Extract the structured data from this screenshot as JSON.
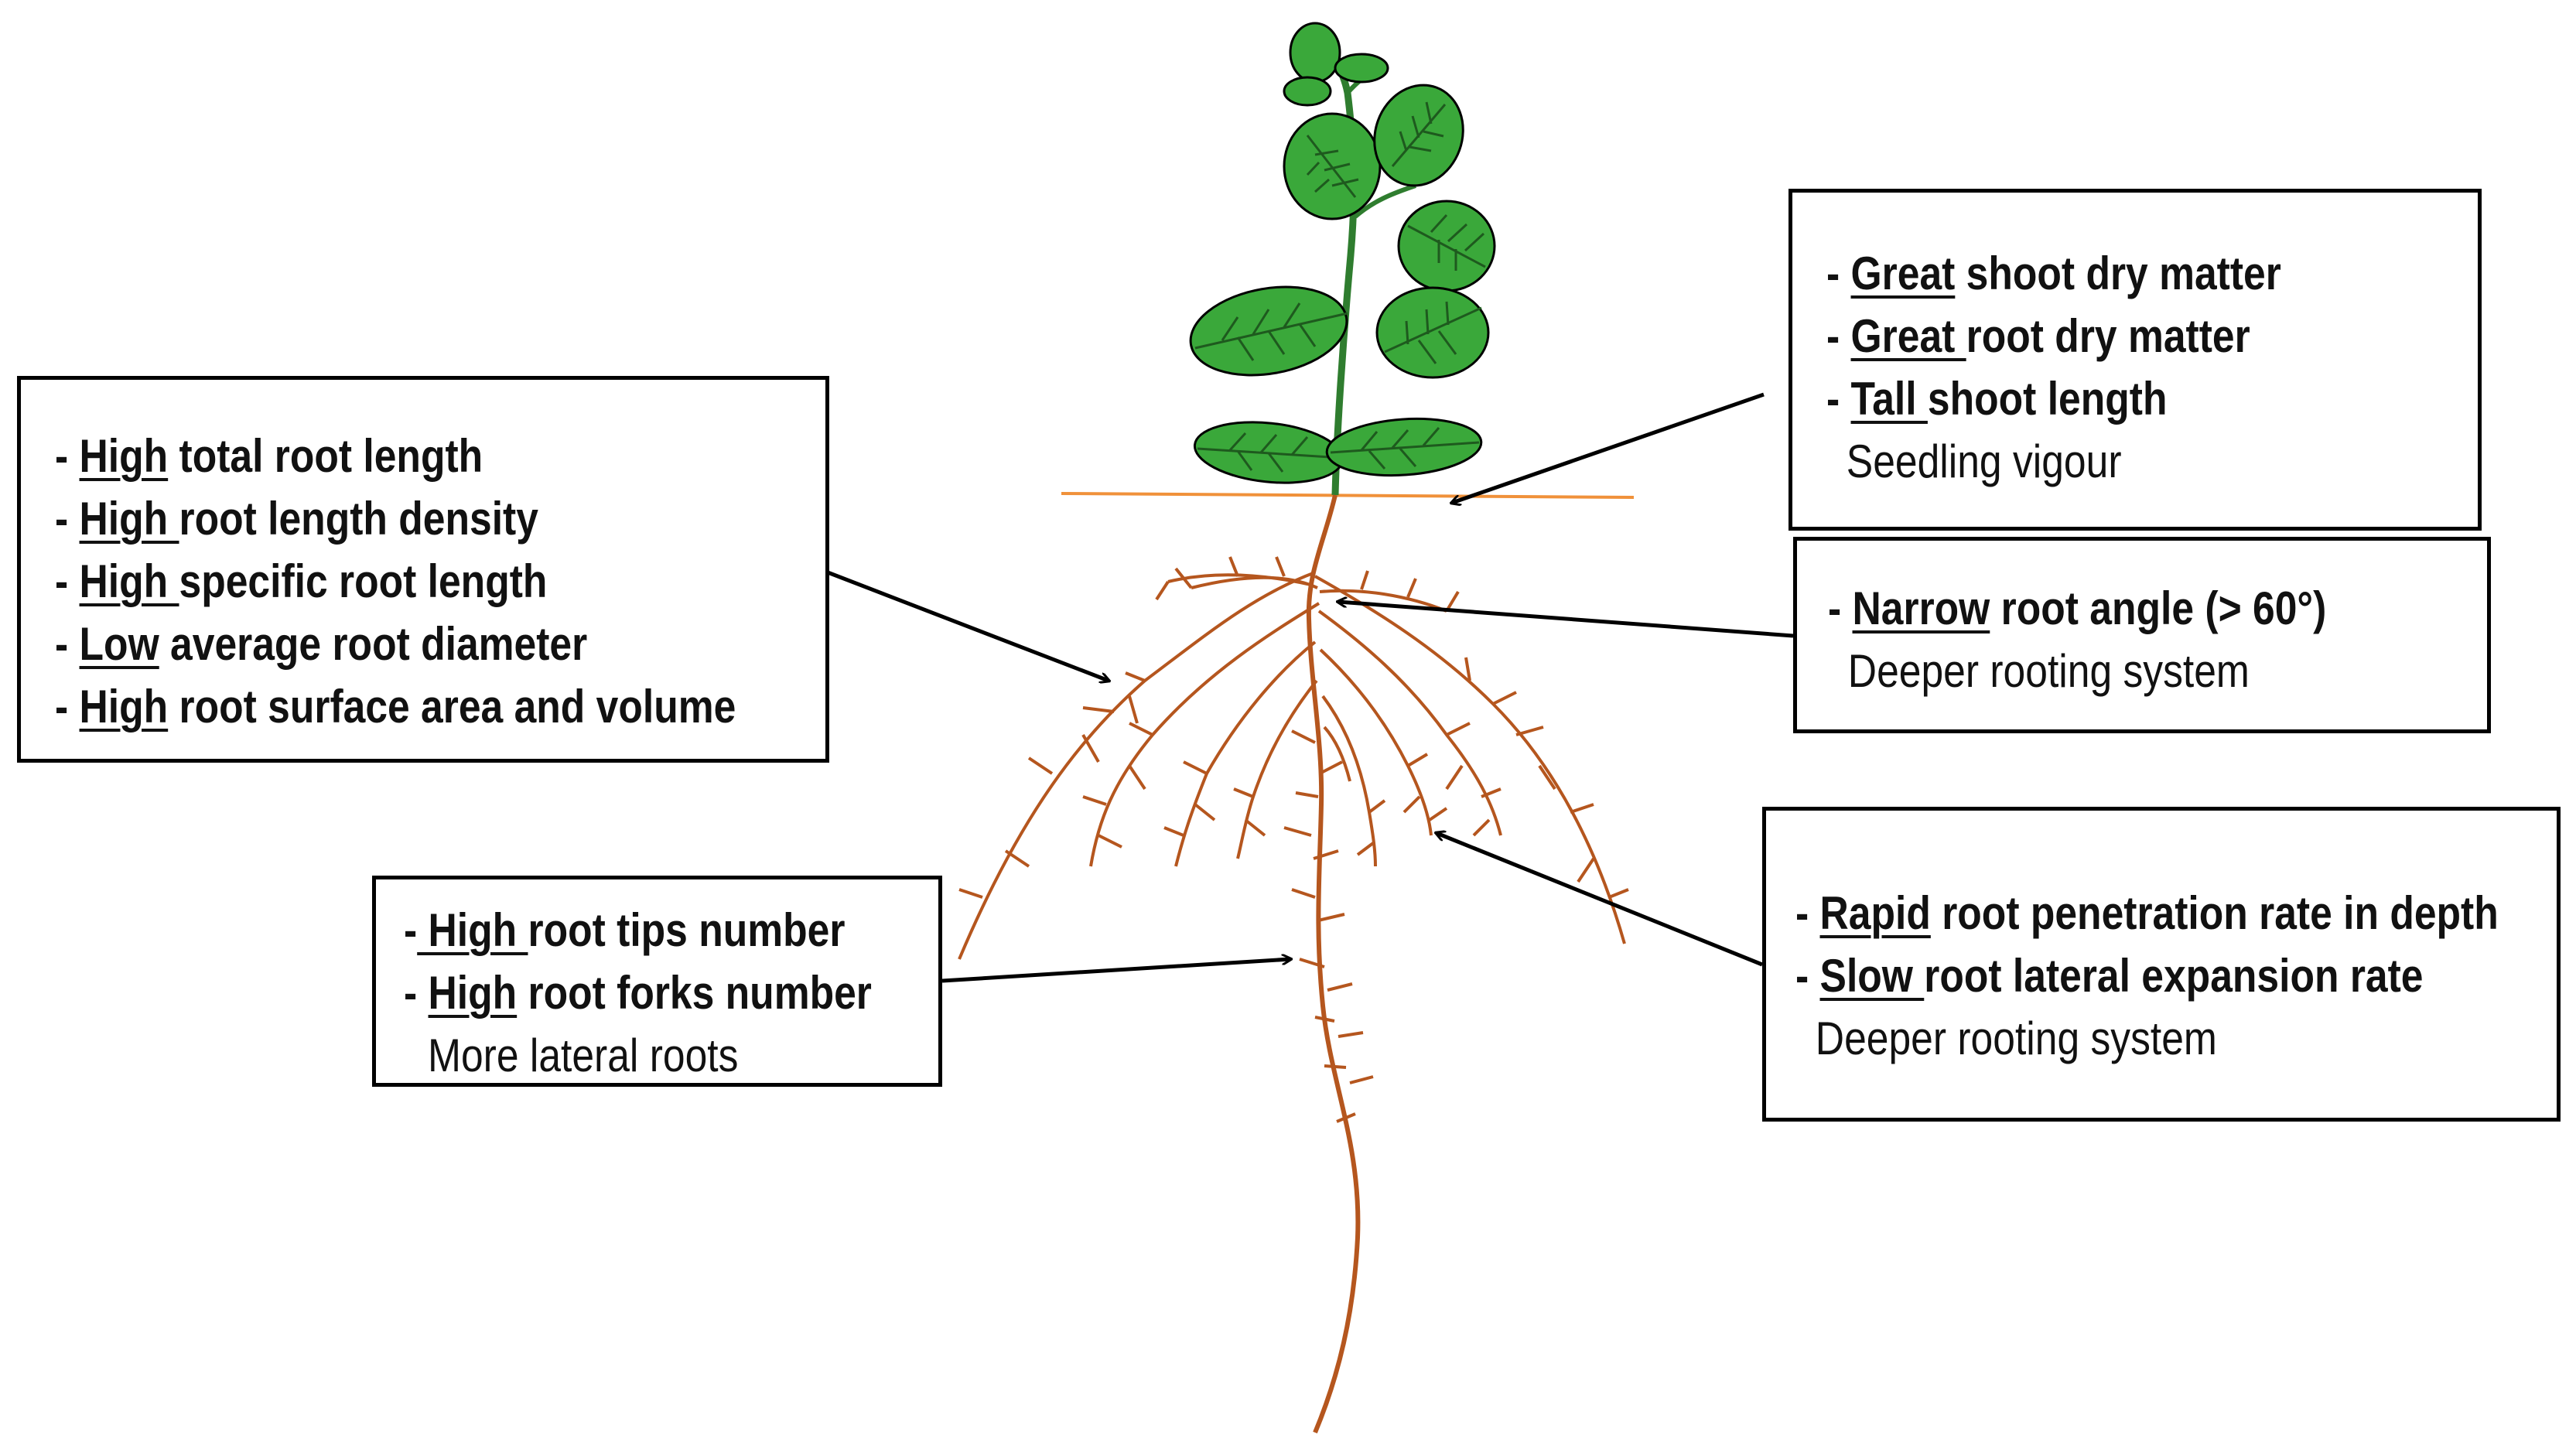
{
  "boxes": {
    "left": {
      "items": [
        {
          "keyword": "High",
          "rest": " total root length"
        },
        {
          "keyword": "High ",
          "rest": "root length density"
        },
        {
          "keyword": "High ",
          "rest": "specific root length"
        },
        {
          "keyword": "Low",
          "rest": " average root diameter"
        },
        {
          "keyword": "High",
          "rest": " root surface area and volume"
        }
      ]
    },
    "lower_left": {
      "items": [
        {
          "keyword": " High ",
          "rest": "root tips number"
        },
        {
          "keyword": "High",
          "rest": " root forks number"
        }
      ],
      "note": "More lateral roots"
    },
    "top_right": {
      "items": [
        {
          "keyword": "Great",
          "rest": " shoot dry matter"
        },
        {
          "keyword": "Great ",
          "rest": "root dry matter"
        },
        {
          "keyword": "Tall ",
          "rest": "shoot length"
        }
      ],
      "note": "Seedling vigour"
    },
    "mid_right": {
      "items": [
        {
          "keyword": "Narrow",
          "rest": " root angle (> 60°)"
        }
      ],
      "note": "Deeper rooting system"
    },
    "bottom_right": {
      "items": [
        {
          "keyword": "Rapid",
          "rest": " root penetration rate in depth"
        },
        {
          "keyword": "Slow ",
          "rest": "root lateral expansion rate"
        }
      ],
      "note": "Deeper rooting system"
    }
  },
  "colors": {
    "leaf": "#3aa83a",
    "leaf_vein": "#1e5a1e",
    "stem": "#2f7d2f",
    "root": "#b5561e",
    "soil_line": "#f0913a",
    "arrow": "#000000"
  }
}
